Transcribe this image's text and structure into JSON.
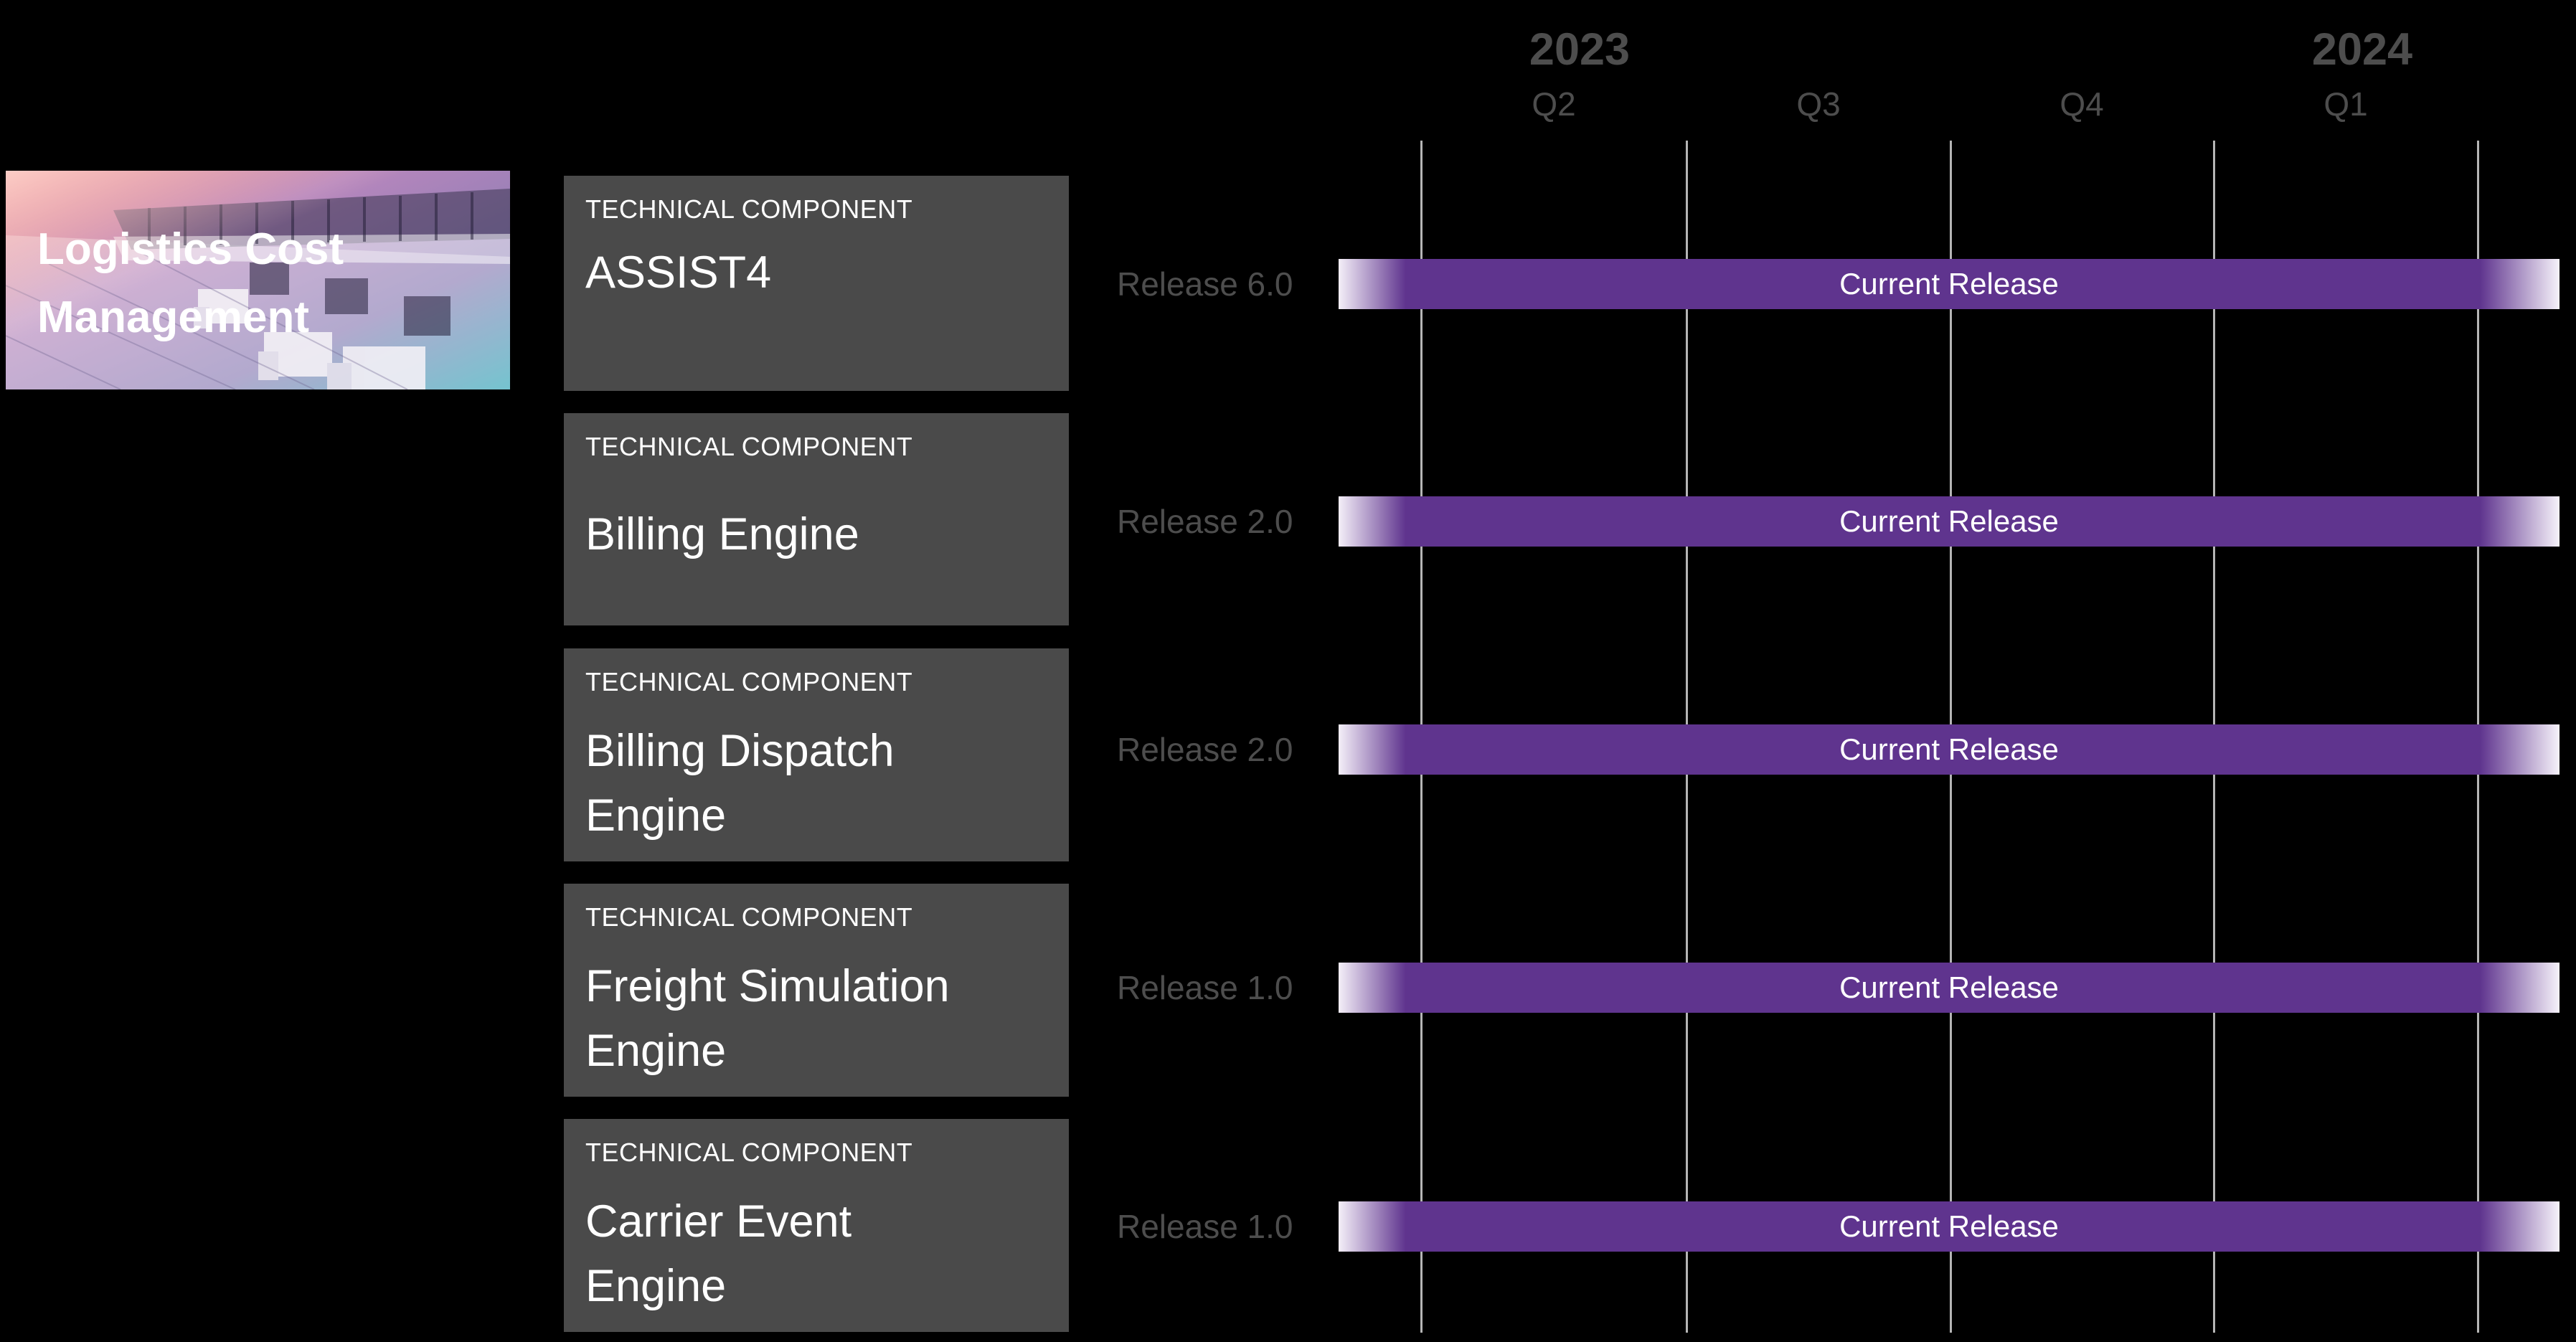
{
  "product_card": {
    "title_line1": "Logistics Cost",
    "title_line2": "Management"
  },
  "timeline_header": {
    "year_left": "2023",
    "year_right": "2024",
    "quarters": [
      "Q2",
      "Q3",
      "Q4",
      "Q1"
    ]
  },
  "rows": [
    {
      "type_label": "TECHNICAL COMPONENT",
      "component": "ASSIST4",
      "release": "Release 6.0",
      "bar_label": "Current Release"
    },
    {
      "type_label": "TECHNICAL COMPONENT",
      "component": "Billing Engine",
      "release": "Release 2.0",
      "bar_label": "Current Release"
    },
    {
      "type_label": "TECHNICAL COMPONENT",
      "component": "Billing Dispatch Engine",
      "release": "Release 2.0",
      "bar_label": "Current Release"
    },
    {
      "type_label": "TECHNICAL COMPONENT",
      "component": "Freight Simulation Engine",
      "release": "Release 1.0",
      "bar_label": "Current Release"
    },
    {
      "type_label": "TECHNICAL COMPONENT",
      "component": "Carrier Event Engine",
      "release": "Release 1.0",
      "bar_label": "Current Release"
    }
  ],
  "colors": {
    "background": "#000000",
    "card_background": "#4a4a4a",
    "bar_purple": "#5f348e",
    "bar_fade": "#f6f2fa",
    "gridline": "#b5b5b5",
    "muted_text": "#4d4d4d",
    "text_white": "#ffffff"
  },
  "chart_data": {
    "type": "bar",
    "subtype": "gantt-roadmap",
    "orientation": "horizontal",
    "title": "Logistics Cost Management",
    "x_axis": {
      "years": [
        "2023",
        "2024"
      ],
      "quarter_ticks": [
        "Q2 2023",
        "Q3 2023",
        "Q4 2023",
        "Q1 2024"
      ],
      "gridlines": 5,
      "grid_on": true
    },
    "categories": [
      "ASSIST4",
      "Billing Engine",
      "Billing Dispatch Engine",
      "Freight Simulation Engine",
      "Carrier Event Engine"
    ],
    "bars": [
      {
        "component": "ASSIST4",
        "release": "Release 6.0",
        "label": "Current Release",
        "start": "before Q2 2023",
        "end": "beyond Q1 2024",
        "fade_left": true,
        "fade_right": true
      },
      {
        "component": "Billing Engine",
        "release": "Release 2.0",
        "label": "Current Release",
        "start": "before Q2 2023",
        "end": "beyond Q1 2024",
        "fade_left": true,
        "fade_right": true
      },
      {
        "component": "Billing Dispatch Engine",
        "release": "Release 2.0",
        "label": "Current Release",
        "start": "before Q2 2023",
        "end": "beyond Q1 2024",
        "fade_left": true,
        "fade_right": true
      },
      {
        "component": "Freight Simulation Engine",
        "release": "Release 1.0",
        "label": "Current Release",
        "start": "before Q2 2023",
        "end": "beyond Q1 2024",
        "fade_left": true,
        "fade_right": true
      },
      {
        "component": "Carrier Event Engine",
        "release": "Release 1.0",
        "label": "Current Release",
        "start": "before Q2 2023",
        "end": "beyond Q1 2024",
        "fade_left": true,
        "fade_right": true
      }
    ],
    "bar_color": "#5f348e",
    "legend": null
  }
}
